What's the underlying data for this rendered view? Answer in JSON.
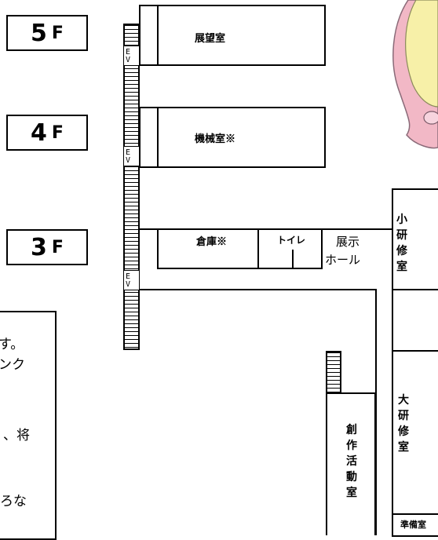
{
  "floors": [
    {
      "id": "5",
      "num": "5",
      "suffix": "F"
    },
    {
      "id": "4",
      "num": "4",
      "suffix": "F"
    },
    {
      "id": "3",
      "num": "3",
      "suffix": "F"
    }
  ],
  "ev_label": "EV",
  "rooms": {
    "observation": "展望室",
    "machine": "機械室※",
    "storage": "倉庫※",
    "toilet": "トイレ",
    "exhibit_line1": "展示",
    "exhibit_line2": "ホール",
    "small_training": "小研修室",
    "large_training": "大研修室",
    "creative": "創作活動室",
    "prep": "準備室"
  },
  "note_lines": [
    "す。",
    "ンク",
    "、将",
    "ろな"
  ],
  "colors": {
    "mascot_pink": "#f2b8c6",
    "mascot_yellow": "#f7f0a8",
    "line": "#000000"
  }
}
